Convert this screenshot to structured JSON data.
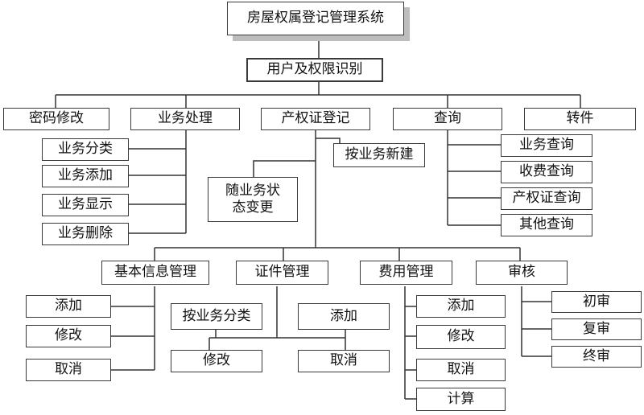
{
  "root": "房屋权属登记管理系统",
  "auth": "用户及权限识别",
  "modules": {
    "password": "密码修改",
    "business": "业务处理",
    "registration": "产权证登记",
    "query": "查询",
    "transfer": "转件"
  },
  "business_items": [
    "业务分类",
    "业务添加",
    "业务显示",
    "业务删除"
  ],
  "registration_items": {
    "status_change": "随业务状态变更",
    "new_by_business": "按业务新建"
  },
  "query_items": [
    "业务查询",
    "收费查询",
    "产权证查询",
    "其他查询"
  ],
  "submodules": {
    "basic_info": "基本信息管理",
    "certificate": "证件管理",
    "fee": "费用管理",
    "review": "审核"
  },
  "basic_info_items": [
    "添加",
    "修改",
    "取消"
  ],
  "certificate_items": {
    "by_category": "按业务分类",
    "add": "添加",
    "modify": "修改",
    "cancel": "取消"
  },
  "fee_items": [
    "添加",
    "修改",
    "取消",
    "计算"
  ],
  "review_items": [
    "初审",
    "复审",
    "终审"
  ]
}
